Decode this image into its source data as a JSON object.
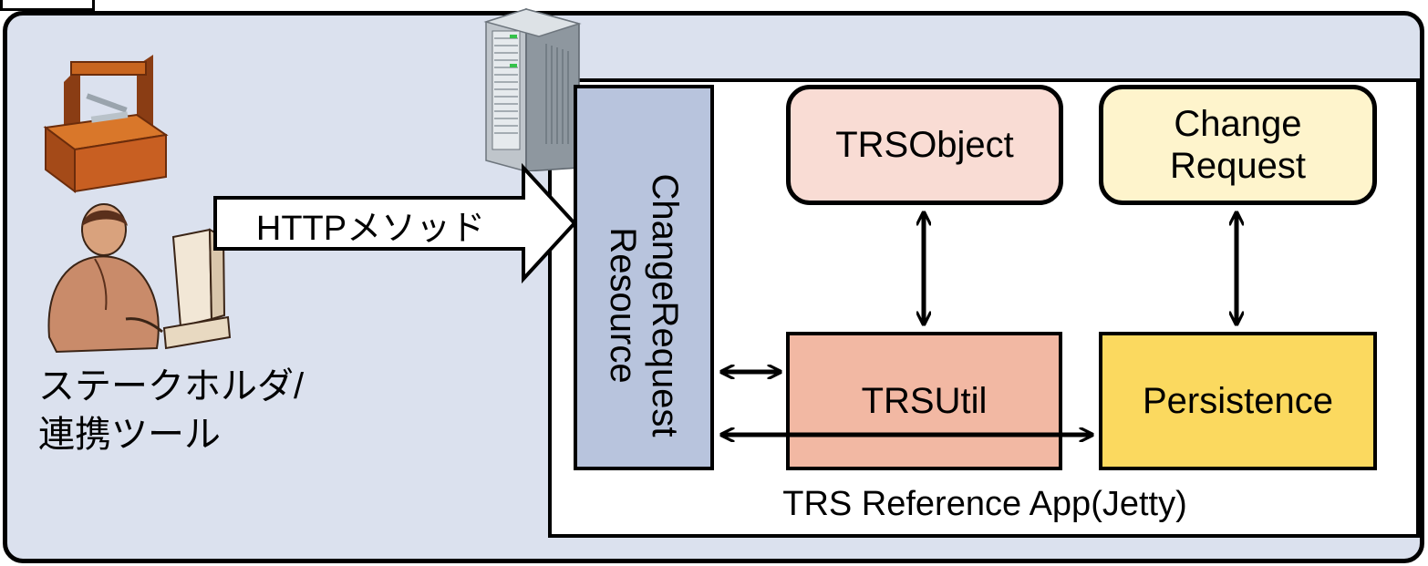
{
  "diagram": {
    "stakeholder": {
      "line1": "ステークホルダ/",
      "line2": "連携ツール"
    },
    "http_arrow": {
      "label": "HTTPメソッド"
    },
    "app": {
      "label": "TRS Reference App(Jetty)"
    },
    "components": {
      "changerequest_resource": {
        "label": "ChangeRequest\nResource"
      },
      "trsobject": {
        "label": "TRSObject"
      },
      "change_request": {
        "label": "Change\nRequest"
      },
      "trsutil": {
        "label": "TRSUtil"
      },
      "persistence": {
        "label": "Persistence"
      }
    },
    "colors": {
      "background": "#dbe1ee",
      "resource": "#b8c4dd",
      "trsobject": "#f9dcd4",
      "change_request": "#fef4cc",
      "trsutil": "#f2b8a3",
      "persistence": "#fbd95f"
    },
    "icons": [
      "toolbox-icon",
      "person-at-computer-icon",
      "server-tower-icon"
    ]
  }
}
